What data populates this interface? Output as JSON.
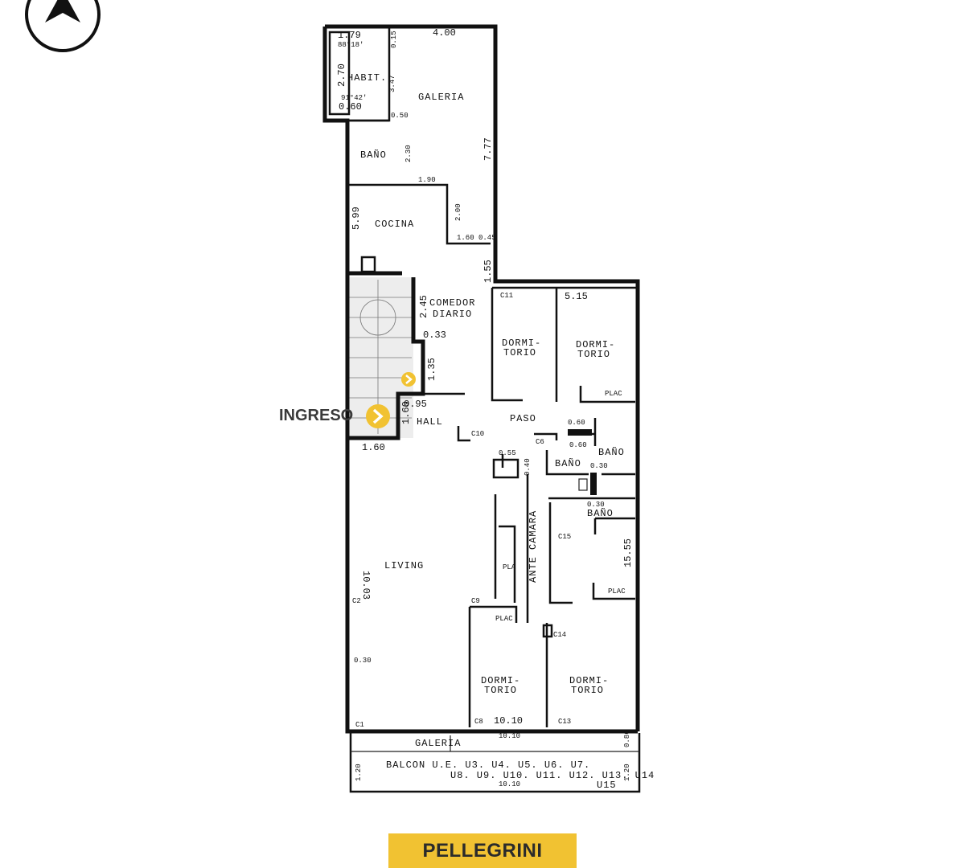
{
  "compass": {
    "icon": "north-arrow-icon"
  },
  "entrance": {
    "label": "INGRESO",
    "icon": "chevron-right-icon",
    "color": "#f1c232"
  },
  "street": {
    "name": "PELLEGRINI",
    "color": "#f1c232"
  },
  "rooms": {
    "habit": "HABIT.",
    "galeria_top": "GALERIA",
    "bano_1": "BAÑO",
    "cocina": "COCINA",
    "comedor_1": "COMEDOR",
    "comedor_2": "DIARIO",
    "dorm_a_1": "DORMI-",
    "dorm_a_2": "TORIO",
    "dorm_b_1": "DORMI-",
    "dorm_b_2": "TORIO",
    "hall": "HALL",
    "paso": "PASO",
    "bano_2": "BAÑO",
    "bano_3": "BAÑO",
    "bano_4": "BAÑO",
    "placard_1": "PLAC",
    "placard_2": "PLAC",
    "placard_3": "PLAC",
    "placard_4": "PLA",
    "antecamara": "ANTE CAMARA",
    "living": "LIVING",
    "dorm_c_1": "DORMI-",
    "dorm_c_2": "TORIO",
    "dorm_d_1": "DORMI-",
    "dorm_d_2": "TORIO",
    "galeria_bottom": "GALERIA",
    "balcon_1": "BALCON U.E. U3. U4. U5. U6. U7.",
    "balcon_2": "U8. U9. U10. U11. U12. U13. U14",
    "balcon_3": "U15"
  },
  "dimensions": {
    "d_179": "1.79",
    "d_400": "4.00",
    "d_270": "2.70",
    "d_angle1": "88°18'",
    "d_angle2": "91°42'",
    "d_060": "0.60",
    "d_347": "3.47",
    "d_015": "0.15",
    "d_050": "0.50",
    "d_230": "2.30",
    "d_777": "7.77",
    "d_190": "1.90",
    "d_599": "5.99",
    "d_200": "2.00",
    "d_160045": "1.60 0.45",
    "d_155": "1.55",
    "d_515": "5.15",
    "d_245": "2.45",
    "d_033": "0.33",
    "d_135": "1.35",
    "d_095": "0.95",
    "d_160a": "1.60",
    "d_160b": "1.60",
    "d_1003": "10.03",
    "d_1555": "15.55",
    "d_1010": "10.10",
    "d_1010b": "10.10",
    "d_1010c": "10.10",
    "d_120a": "1.20",
    "d_120b": "1.20",
    "d_080": "0.80",
    "d_055": "0.55",
    "d_040": "0.40",
    "d_060b": "0.60",
    "d_060c": "0.60",
    "d_030": "0.30",
    "d_030b": "0.30",
    "d_030c": "0.30"
  },
  "columns": {
    "c11": "C11",
    "c10": "C10",
    "c6": "C6",
    "c15": "C15",
    "c9": "C9",
    "c14": "C14",
    "c2": "C2",
    "c1": "C1",
    "c8": "C8",
    "c13": "C13"
  }
}
